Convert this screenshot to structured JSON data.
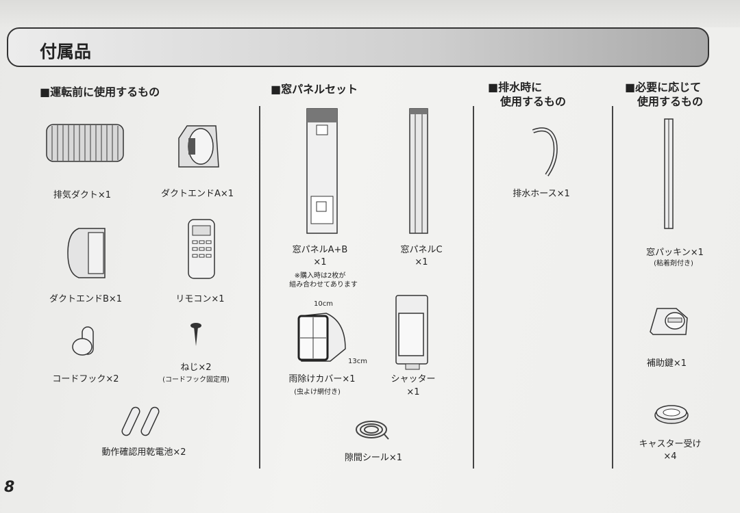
{
  "header": {
    "title": "付属品"
  },
  "sections": [
    {
      "title": "■運転前に使用するもの"
    },
    {
      "title": "■窓パネルセット"
    },
    {
      "title_line1": "■排水時に",
      "title_line2": "使用するもの"
    },
    {
      "title_line1": "■必要に応じて",
      "title_line2": "使用するもの"
    }
  ],
  "items": {
    "exhaust_duct": "排気ダクト×1",
    "duct_end_a": "ダクトエンドA×1",
    "duct_end_b": "ダクトエンドB×1",
    "remote": "リモコン×1",
    "cord_hook": "コードフック×2",
    "screw": "ねじ×2",
    "screw_note": "(コードフック固定用)",
    "battery": "動作確認用乾電池×2",
    "panel_ab": "窓パネルA+B",
    "panel_ab_qty": "×1",
    "panel_ab_note1": "※購入時は2枚が",
    "panel_ab_note2": "組み合わせてあります",
    "panel_c": "窓パネルC",
    "panel_c_qty": "×1",
    "dim_width": "10cm",
    "dim_depth": "13cm",
    "rain_cover": "雨除けカバー×1",
    "rain_cover_note": "(虫よけ網付き)",
    "shutter": "シャッター",
    "shutter_qty": "×1",
    "gap_seal": "隙間シール×1",
    "drain_hose": "排水ホース×1",
    "window_packing": "窓パッキン×1",
    "window_packing_note": "(粘着剤付き)",
    "aux_lock": "補助鍵×1",
    "caster_cup": "キャスター受け",
    "caster_cup_qty": "×4"
  },
  "page_number": "8"
}
